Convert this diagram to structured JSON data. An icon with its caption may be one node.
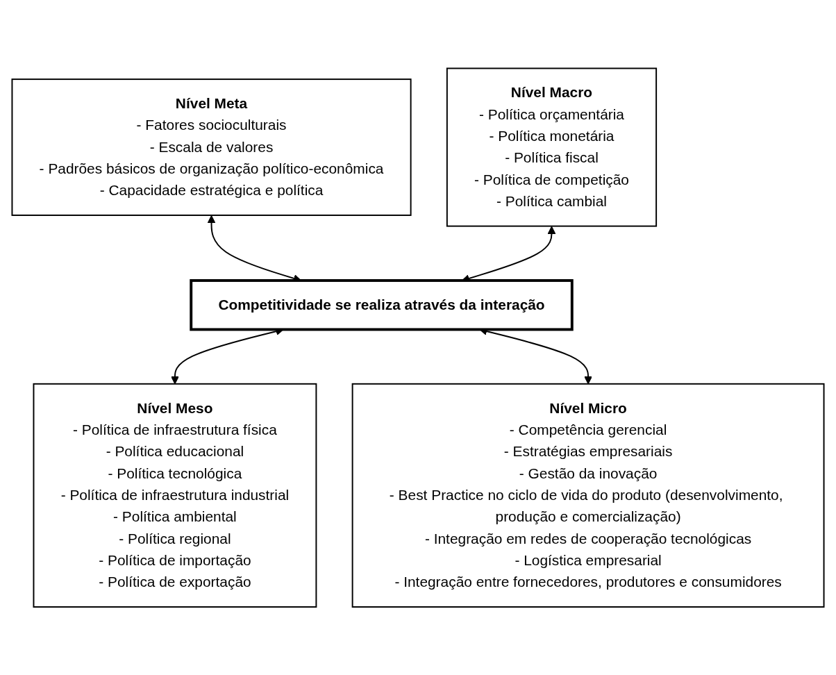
{
  "diagram": {
    "nodes": [
      {
        "text": [
          "Nível Meta",
          "- Fatores socioculturais",
          "- Escala de valores",
          "- Padrões básicos de organização político-econômica",
          "- Capacidade estratégica e política"
        ]
      },
      {
        "text": [
          "Nível Macro",
          "- Política orçamentária",
          "- Política monetária",
          "- Política fiscal",
          "- Política de competição",
          "- Política cambial"
        ]
      },
      {
        "text": [
          "Competitividade se realiza através da interação"
        ]
      },
      {
        "text": [
          "Nível Meso",
          "- Política de infraestrutura física",
          "- Política educacional",
          "- Política tecnológica",
          "- Política de infraestrutura industrial",
          "- Política ambiental",
          "- Política regional",
          "- Política de importação",
          "- Política de exportação"
        ]
      },
      {
        "text": [
          "Nível Micro",
          "- Competência gerencial",
          "- Estratégias empresariais",
          "- Gestão da inovação",
          "- Best Practice no ciclo de vida do produto (desenvolvimento, produção e comercialização)",
          "- Integração em redes de cooperação tecnológicas",
          "- Logística empresarial",
          "- Integração entre fornecedores, produtores e consumidores"
        ]
      }
    ],
    "edges": [
      {
        "from": 0,
        "to": 2,
        "arrow": "both"
      },
      {
        "from": 1,
        "to": 2,
        "arrow": "both"
      },
      {
        "from": 2,
        "to": 3,
        "arrow": "both"
      },
      {
        "from": 2,
        "to": 4,
        "arrow": "both"
      }
    ]
  }
}
